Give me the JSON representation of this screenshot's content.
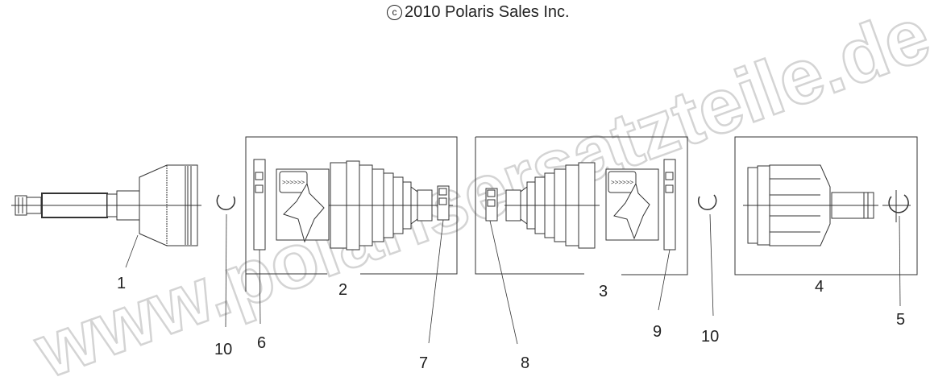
{
  "copyright": {
    "symbol": "c",
    "text": "2010 Polaris Sales Inc."
  },
  "watermark": "www.polarisersatzteile.de",
  "kit_boxes": [
    {
      "id": "2",
      "label": "2"
    },
    {
      "id": "3",
      "label": "3"
    },
    {
      "id": "4",
      "label": "4"
    }
  ],
  "callouts": [
    {
      "id": "1",
      "label": "1",
      "part": "outer-cv-joint-shaft"
    },
    {
      "id": "2",
      "label": "2",
      "part": "boot-kit-outer"
    },
    {
      "id": "3",
      "label": "3",
      "part": "boot-kit-inner"
    },
    {
      "id": "4",
      "label": "4",
      "part": "inner-cv-joint"
    },
    {
      "id": "5",
      "label": "5",
      "part": "retaining-ring-shaft"
    },
    {
      "id": "6",
      "label": "6",
      "part": "large-clamp-outer"
    },
    {
      "id": "7",
      "label": "7",
      "part": "small-clamp-outer"
    },
    {
      "id": "8",
      "label": "8",
      "part": "small-clamp-inner"
    },
    {
      "id": "9",
      "label": "9",
      "part": "large-clamp-inner"
    },
    {
      "id": "10a",
      "label": "10",
      "part": "circlip-left"
    },
    {
      "id": "10b",
      "label": "10",
      "part": "circlip-right"
    }
  ],
  "grease_packet_text": ">>>>>>"
}
